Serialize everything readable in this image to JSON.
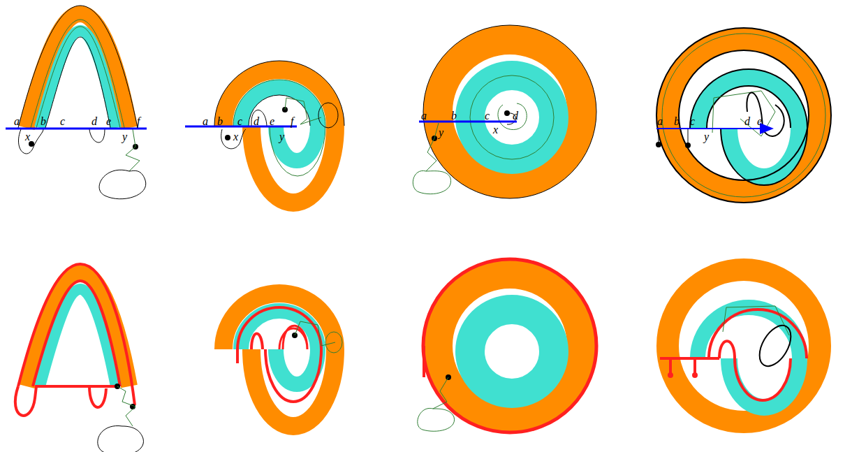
{
  "diagram": {
    "labels": [
      "a",
      "b",
      "c",
      "d",
      "e",
      "f",
      "x",
      "y",
      "a",
      "b",
      "c",
      "d",
      "e",
      "f",
      "x",
      "y",
      "a",
      "b",
      "c",
      "d",
      "y",
      "x",
      "a",
      "b",
      "c",
      "d",
      "e",
      "y"
    ]
  }
}
